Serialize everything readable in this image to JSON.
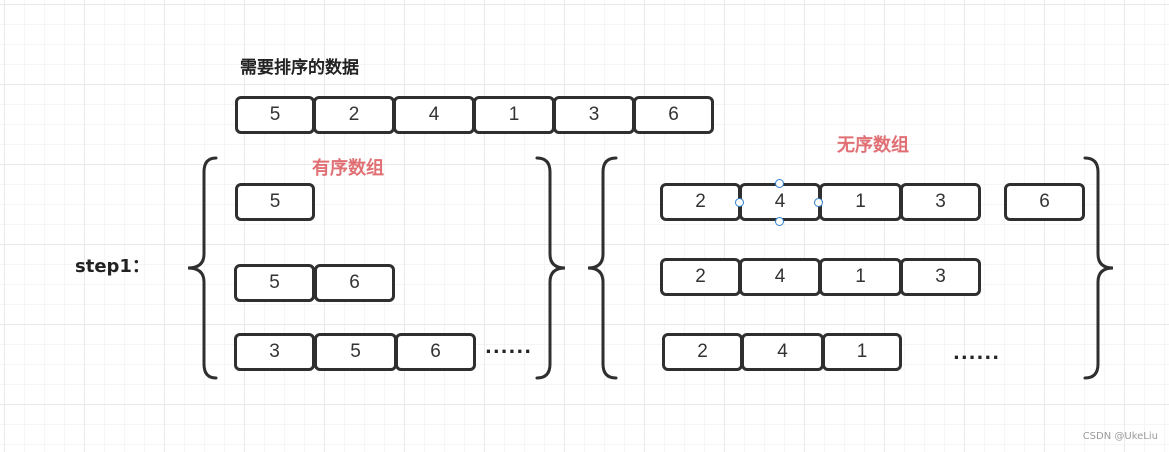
{
  "title": "需要排序的数据",
  "sorted_label": "有序数组",
  "unsorted_label": "无序数组",
  "step_label": "step1：",
  "input_array": [
    "5",
    "2",
    "4",
    "1",
    "3",
    "6"
  ],
  "sorted_rows": [
    {
      "cells": [
        "5"
      ],
      "ellipsis": ""
    },
    {
      "cells": [
        "5",
        "6"
      ],
      "ellipsis": ""
    },
    {
      "cells": [
        "3",
        "5",
        "6"
      ],
      "ellipsis": "......"
    }
  ],
  "unsorted_rows": [
    {
      "cells": [
        "2",
        "4",
        "1",
        "3"
      ],
      "extra": "6",
      "ellipsis": "",
      "selected_index": 1
    },
    {
      "cells": [
        "2",
        "4",
        "1",
        "3"
      ],
      "extra": "",
      "ellipsis": ""
    },
    {
      "cells": [
        "2",
        "4",
        "1"
      ],
      "extra": "",
      "ellipsis": "......"
    }
  ],
  "colors": {
    "accent_label": "#e07074",
    "cell_border": "#2f2f2f",
    "selection_handle": "#2f7fcf"
  },
  "watermark": "CSDN @UkeLiu"
}
